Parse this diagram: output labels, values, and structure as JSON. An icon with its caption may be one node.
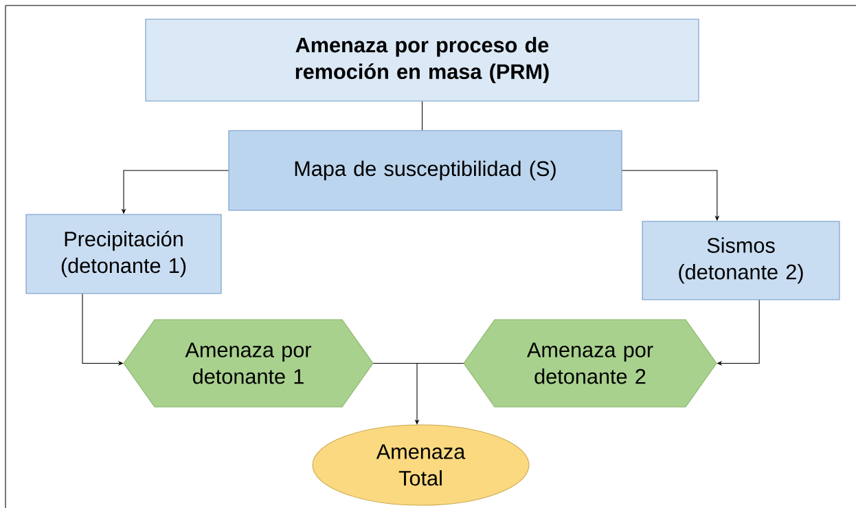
{
  "diagram": {
    "nodes": [
      {
        "text": [
          "Amenaza por proceso de remoción en masa (PRM)"
        ]
      },
      {
        "text": [
          "Mapa de susceptibilidad (S)"
        ]
      },
      {
        "text": [
          "Precipitación (detonante 1)"
        ]
      },
      {
        "text": [
          "Sismos (detonante 2)"
        ]
      },
      {
        "text": [
          "Amenaza por detonante 1"
        ]
      },
      {
        "text": [
          "Amenaza por detonante 2"
        ]
      },
      {
        "text": [
          "Amenaza Total"
        ]
      }
    ],
    "edges": [
      {
        "from": 0,
        "to": 1,
        "arrow": "none"
      },
      {
        "from": 1,
        "to": 2,
        "arrow": "to"
      },
      {
        "from": 1,
        "to": 3,
        "arrow": "to"
      },
      {
        "from": 2,
        "to": 4,
        "arrow": "to"
      },
      {
        "from": 3,
        "to": 5,
        "arrow": "to"
      },
      {
        "from": 4,
        "to": 6,
        "arrow": "to"
      },
      {
        "from": 5,
        "to": 6,
        "arrow": "to"
      }
    ]
  }
}
